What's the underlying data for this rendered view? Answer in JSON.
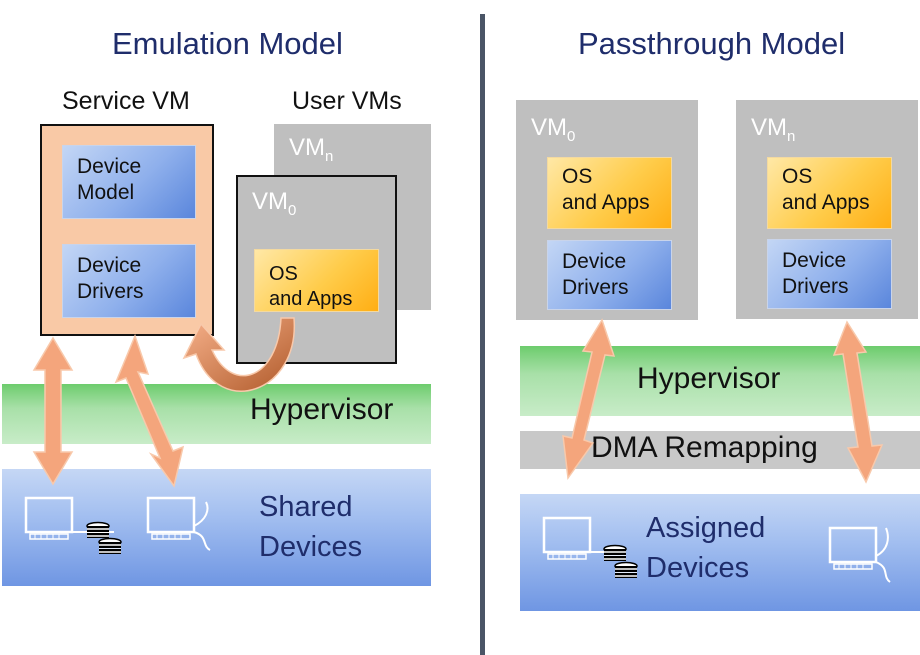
{
  "left": {
    "title": "Emulation Model",
    "service_vm_label": "Service VM",
    "user_vms_label": "User VMs",
    "vm_n": {
      "base": "VM",
      "sub": "n"
    },
    "vm_0": {
      "base": "VM",
      "sub": "0"
    },
    "device_model": [
      "Device",
      "Model"
    ],
    "device_drivers": [
      "Device",
      "Drivers"
    ],
    "os_apps": [
      "OS",
      "and Apps"
    ],
    "hypervisor": "Hypervisor",
    "devices": [
      "Shared",
      "Devices"
    ]
  },
  "right": {
    "title": "Passthrough Model",
    "vm_0": {
      "base": "VM",
      "sub": "0"
    },
    "vm_n": {
      "base": "VM",
      "sub": "n"
    },
    "os_apps": [
      "OS",
      "and Apps"
    ],
    "device_drivers": [
      "Device",
      "Drivers"
    ],
    "hypervisor": "Hypervisor",
    "dma": "DMA Remapping",
    "devices": [
      "Assigned",
      "Devices"
    ]
  },
  "colors": {
    "divider": "#4a5566",
    "arrow": "#f4a57c",
    "title": "#1f2d6b",
    "service_vm_fill": "#f9c9a6"
  }
}
